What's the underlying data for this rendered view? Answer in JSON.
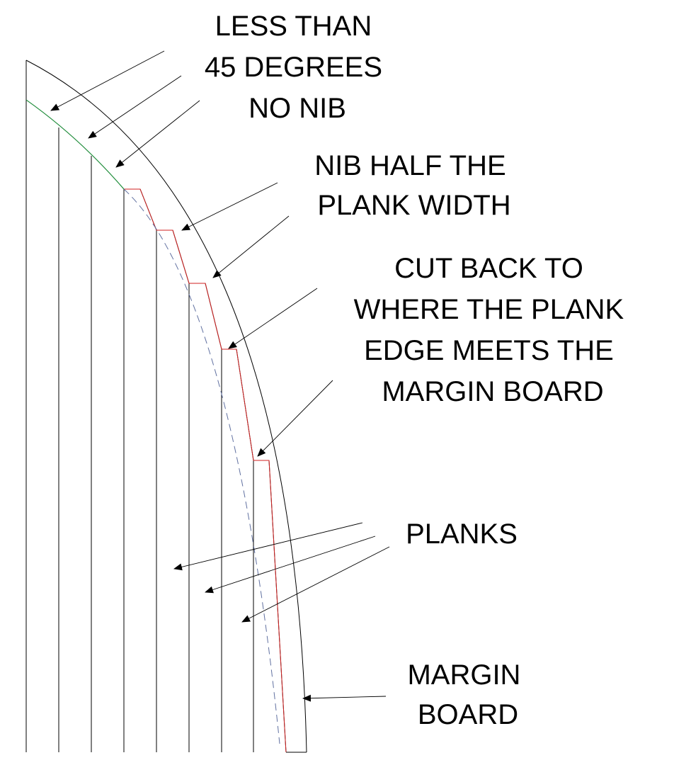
{
  "labels": {
    "no_nib": [
      "LESS THAN",
      "45 DEGREES",
      "NO NIB"
    ],
    "nib_half": [
      "NIB HALF THE",
      "PLANK WIDTH"
    ],
    "cut_back": [
      "CUT BACK TO",
      "WHERE THE PLANK",
      "EDGE MEETS THE",
      "MARGIN BOARD"
    ],
    "planks": [
      "PLANKS"
    ],
    "margin_board": [
      "MARGIN",
      "BOARD"
    ]
  },
  "colors": {
    "line": "#000000",
    "nib_edge": "#d02020",
    "reference_dash": "#6070a0",
    "tangent": "#20a040",
    "background": "#ffffff"
  }
}
